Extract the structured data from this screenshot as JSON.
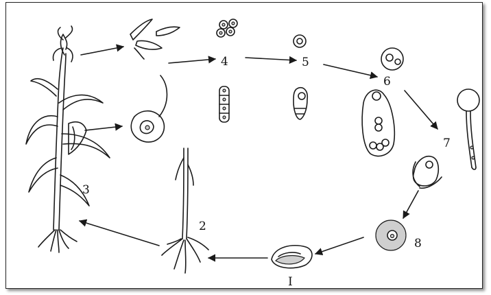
{
  "labels": {
    "l1": "I",
    "l2": "2",
    "l3": "3",
    "l4": "4",
    "l5": "5",
    "l6": "6",
    "l7": "7",
    "l8": "8"
  }
}
